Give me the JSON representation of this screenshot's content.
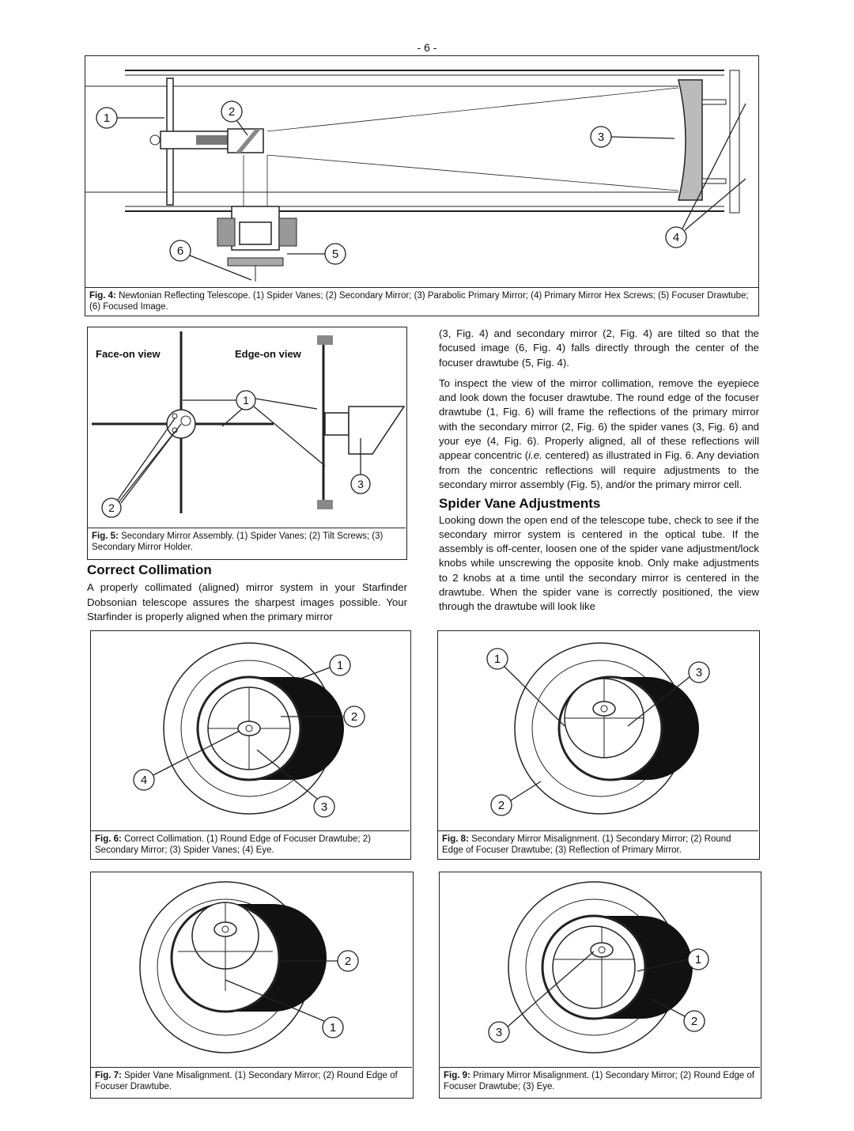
{
  "page_number": "- 6 -",
  "fig4": {
    "caption_label": "Fig. 4:",
    "caption_text": "Newtonian Reflecting Telescope. (1) Spider Vanes; (2) Secondary Mirror; (3) Parabolic Primary Mirror; (4) Primary Mirror Hex Screws; (5) Focuser Drawtube; (6) Focused Image.",
    "callouts": [
      "1",
      "2",
      "3",
      "4",
      "5",
      "6"
    ]
  },
  "fig5": {
    "face_label": "Face-on view",
    "edge_label": "Edge-on view",
    "caption_label": "Fig. 5:",
    "caption_text": "Secondary Mirror Assembly. (1) Spider Vanes; (2) Tilt Screws; (3) Secondary Mirror Holder.",
    "callouts": [
      "1",
      "2",
      "3"
    ]
  },
  "correct_collimation": {
    "heading": "Correct Collimation",
    "text": "A properly collimated (aligned) mirror system in your Starfinder Dobsonian telescope assures the sharpest images possible. Your Starfinder is properly aligned when the primary mirror"
  },
  "right_column": {
    "para1": "(3, Fig. 4) and secondary mirror (2, Fig. 4) are tilted so that the focused image (6, Fig. 4) falls directly through the center of the focuser drawtube (5, Fig. 4).",
    "para2_a": "To inspect the view of the mirror collimation, remove the eyepiece and look down the focuser drawtube. The round edge of the focuser drawtube (1, Fig. 6) will frame the reflections of the primary mirror with the secondary mirror (2, Fig. 6) the spider vanes (3, Fig. 6) and your eye (4, Fig. 6). Properly aligned, all of these reflections will appear concentric (",
    "para2_ie": "i.e.",
    "para2_b": " centered) as illustrated in Fig. 6. Any deviation from the concentric reflections will require adjustments to the secondary mirror assembly (Fig. 5), and/or the primary mirror cell.",
    "heading": "Spider Vane Adjustments",
    "para3": "Looking down the open end of the telescope tube, check to see if the secondary mirror system is centered in the optical tube. If the assembly is off-center, loosen one of the spider vane adjustment/lock knobs while unscrewing the opposite knob. Only make adjustments to 2 knobs at a time until the secondary mirror is centered in the drawtube. When the spider vane is correctly positioned, the view through the drawtube will look like"
  },
  "fig6": {
    "caption_label": "Fig. 6:",
    "caption_text": "Correct Collimation. (1) Round Edge of Focuser Drawtube; 2) Secondary Mirror; (3) Spider Vanes; (4) Eye.",
    "callouts": [
      "1",
      "2",
      "3",
      "4"
    ]
  },
  "fig7": {
    "caption_label": "Fig. 7:",
    "caption_text": "Spider Vane Misalignment. (1) Secondary Mirror; (2) Round Edge of Focuser Drawtube.",
    "callouts": [
      "1",
      "2"
    ]
  },
  "fig8": {
    "caption_label": "Fig. 8:",
    "caption_text": "Secondary Mirror Misalignment. (1) Secondary Mirror; (2) Round Edge of Focuser Drawtube; (3) Reflection of Primary Mirror.",
    "callouts": [
      "1",
      "2",
      "3"
    ]
  },
  "fig9": {
    "caption_label": "Fig. 9:",
    "caption_text": "Primary Mirror Misalignment. (1) Secondary Mirror; (2) Round Edge of Focuser Drawtube; (3) Eye.",
    "callouts": [
      "1",
      "2",
      "3"
    ]
  }
}
